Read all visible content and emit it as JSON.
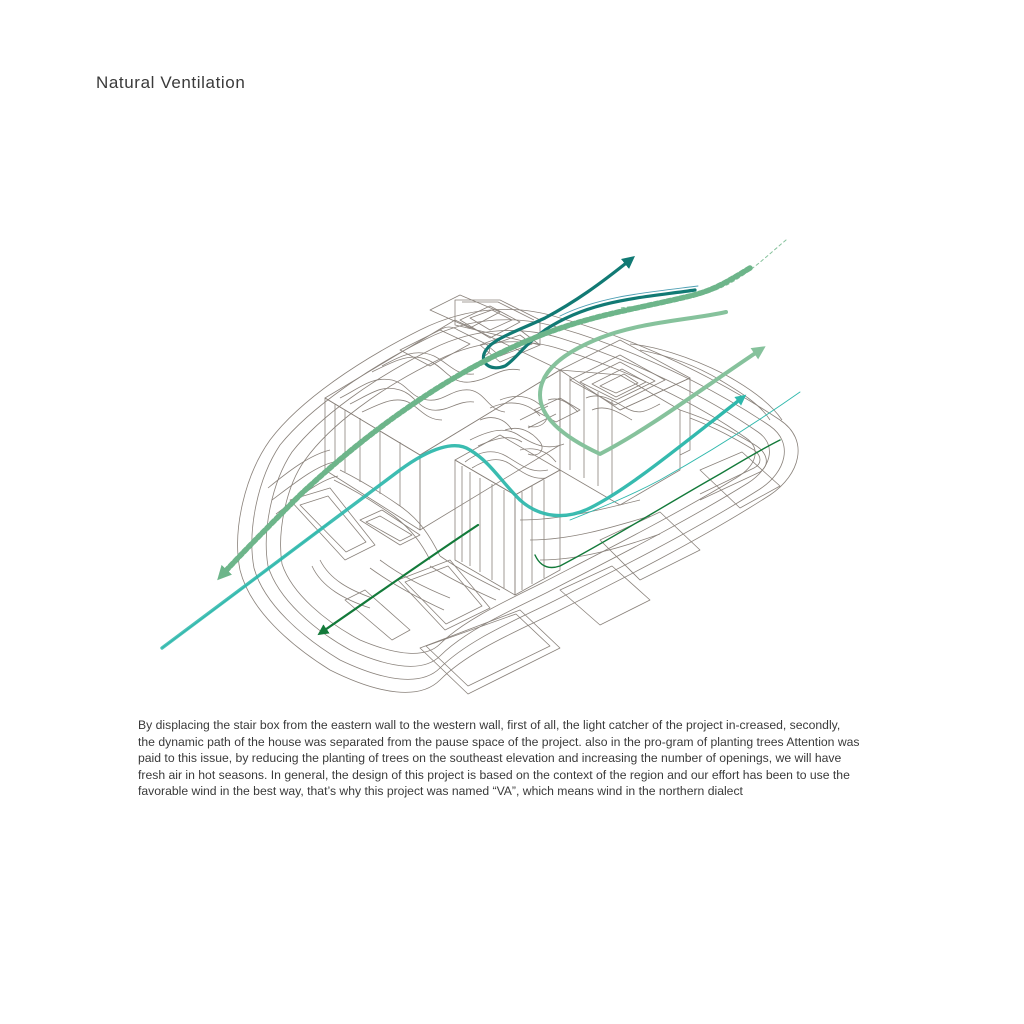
{
  "page": {
    "title": "Natural Ventilation",
    "description": "By displacing the stair box from the eastern wall to the western wall, first of all, the light catcher of the project in-creased, secondly, the dynamic path of the house was separated from the pause space of the project. also in the pro-gram of planting trees Attention was paid to this issue, by reducing the planting of trees on the southeast elevation and increasing the number of openings, we will have fresh air in hot seasons. In general, the design of this project is based on the context of the region and our effort has been to use the favorable wind in the best way, that’s why this project was named “VA”, which means wind in the northern dialect"
  },
  "diagram": {
    "icons": [
      "site-axonometric",
      "wind-flow-arrow"
    ],
    "colors": {
      "line_work": "#8a827b",
      "arrow_dark_teal": "#117a74",
      "arrow_mid_teal": "#2fb8ac",
      "arrow_light_green": "#86c29c",
      "arrow_dashed_green": "#5aa87c",
      "arrow_dark_green": "#137a3a",
      "background": "#ffffff"
    }
  }
}
